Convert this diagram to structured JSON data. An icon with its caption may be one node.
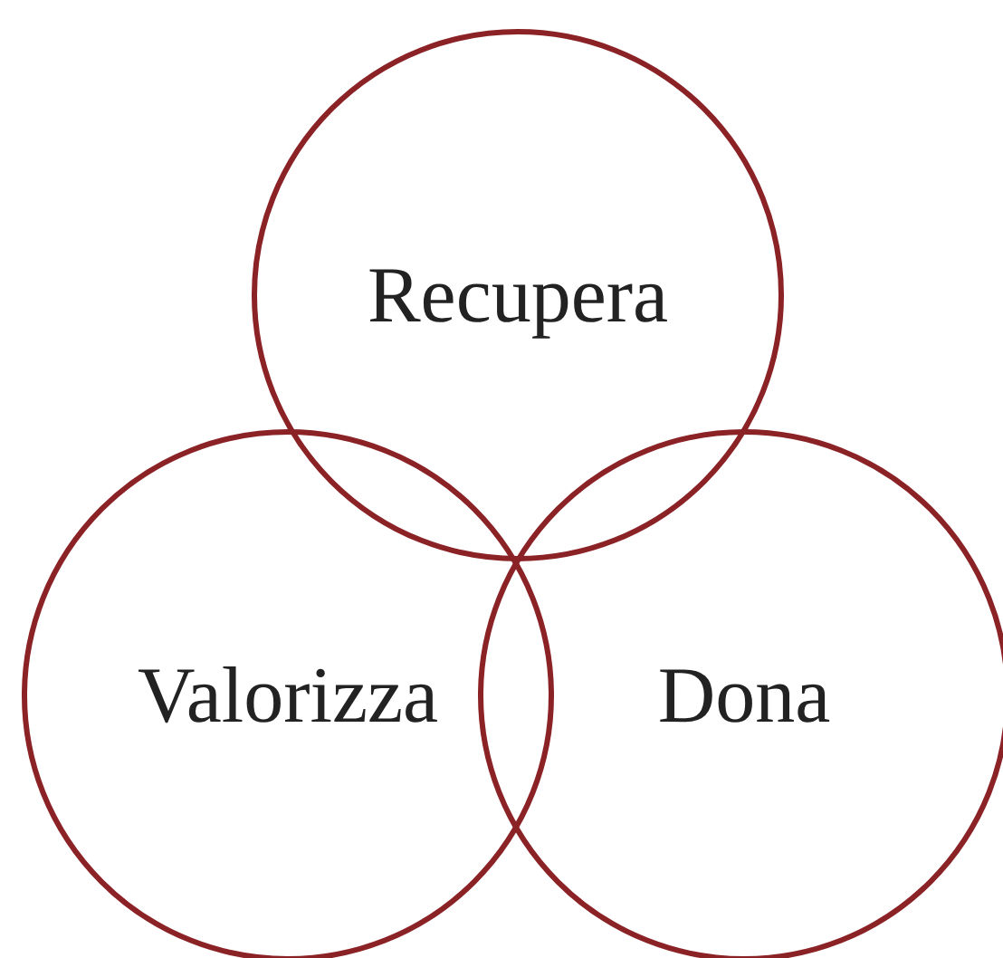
{
  "diagram": {
    "nodes": [
      {
        "text": [
          "Recupera"
        ]
      },
      {
        "text": [
          "Valorizza"
        ]
      },
      {
        "text": [
          "Dona"
        ]
      }
    ]
  }
}
